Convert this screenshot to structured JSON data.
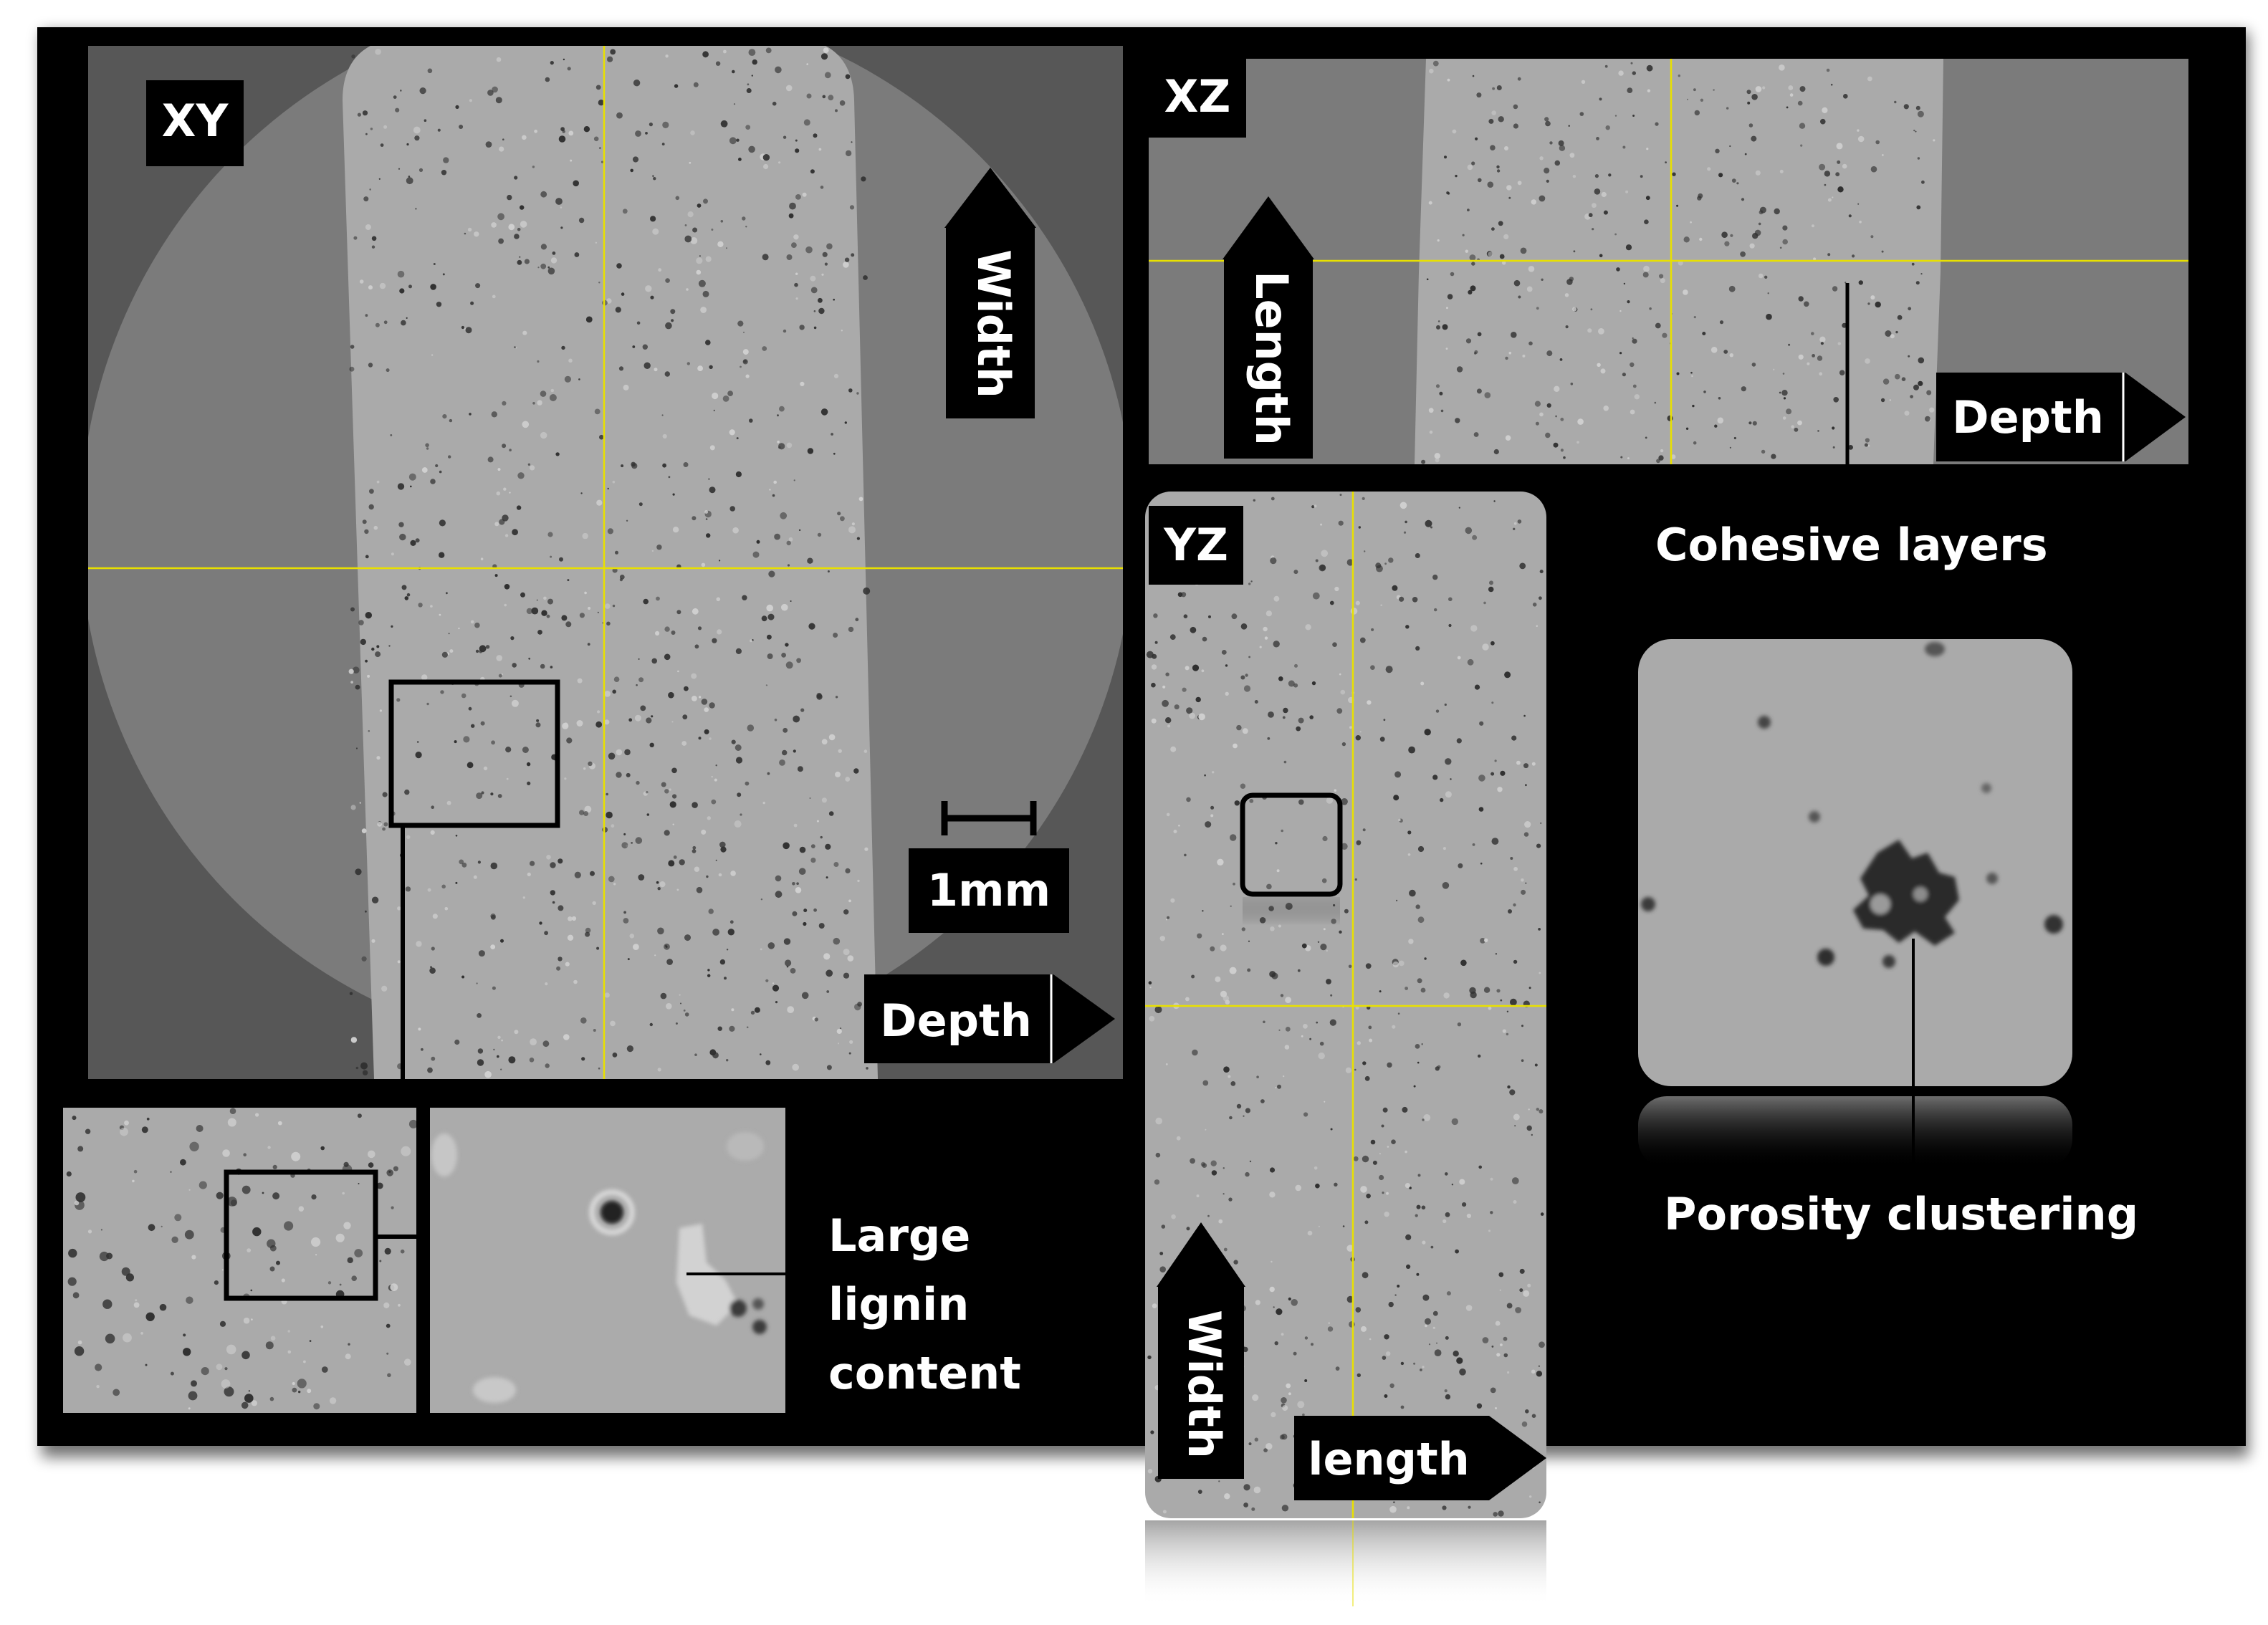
{
  "views": {
    "xy": {
      "label": "XY"
    },
    "xz": {
      "label": "XZ"
    },
    "yz": {
      "label": "YZ"
    }
  },
  "axes": {
    "xy_vertical": "Width",
    "xy_horizontal": "Depth",
    "xz_vertical": "Length",
    "xz_horizontal": "Depth",
    "yz_vertical": "Width",
    "yz_horizontal": "length"
  },
  "scale_bar": "1mm",
  "annotations": {
    "cohesive_layers": "Cohesive layers",
    "porosity_clustering": "Porosity clustering",
    "lignin_line1": "Large",
    "lignin_line2": "lignin",
    "lignin_line3": "content"
  },
  "colors": {
    "background": "#000000",
    "scan_gray": "#a9a9a9",
    "outer_gray": "#7b7b7b",
    "crosshair": "#e8e000"
  }
}
